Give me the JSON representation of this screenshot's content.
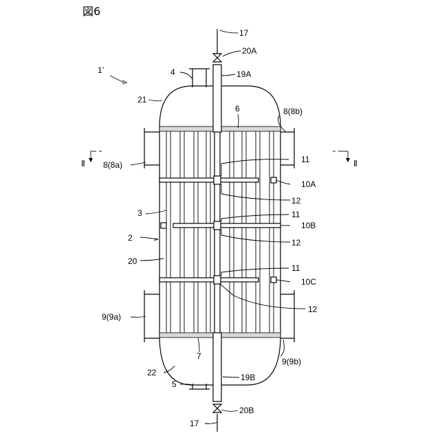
{
  "figure_title": "図6",
  "labels": {
    "assembly": "1’",
    "shell": "2",
    "tubes": "3",
    "inlet_nozzle": "4",
    "outlet_nozzle": "5",
    "upper_tube_sheet": "6",
    "lower_tube_sheet": "7",
    "header_8_left": "8(8a)",
    "header_8_right": "8(8b)",
    "header_9_left": "9(9a)",
    "header_9_right": "9(9b)",
    "baffle_a": "10A",
    "baffle_b": "10B",
    "baffle_c": "10C",
    "hole_11_a": "11",
    "hole_11_b": "11",
    "hole_11_c": "11",
    "support_12_a": "12",
    "support_12_b": "12",
    "support_12_c": "12",
    "line_top": "17",
    "line_bottom": "17",
    "pipe_top": "19A",
    "pipe_bottom": "19B",
    "shell_wall": "20",
    "valve_top": "20A",
    "valve_bottom": "20B",
    "upper_head": "21",
    "lower_head": "22",
    "section_left": "Ⅱ",
    "section_right": "Ⅱ"
  }
}
